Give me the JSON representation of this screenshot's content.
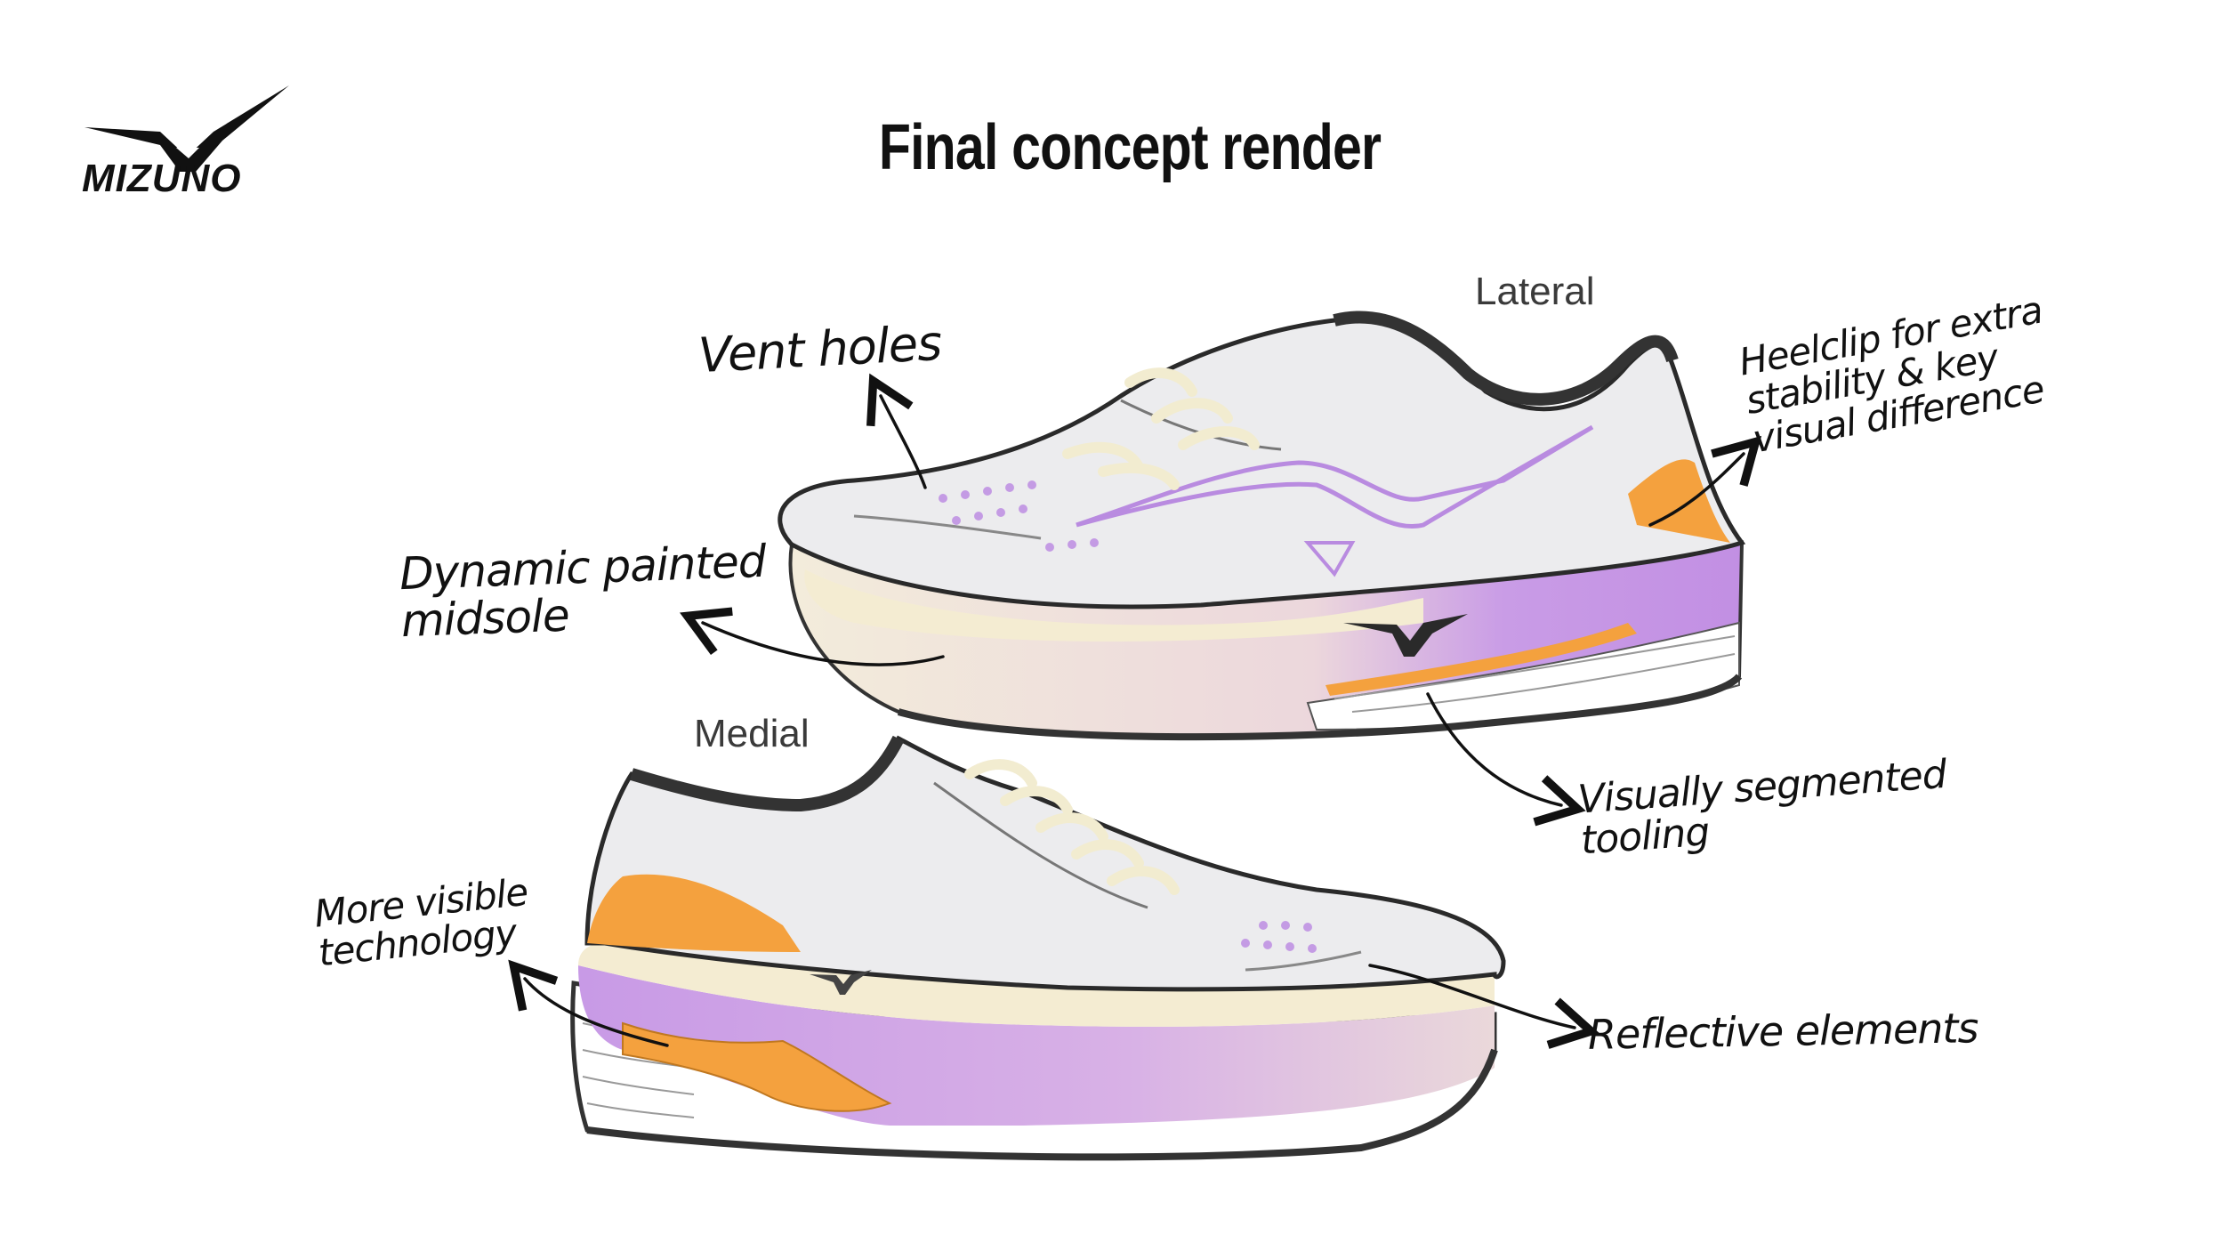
{
  "brand": {
    "name": "MIZUNO",
    "logo_icon": "mizuno-runbird-icon"
  },
  "page": {
    "title": "Final concept render"
  },
  "views": {
    "lateral": "Lateral",
    "medial": "Medial"
  },
  "annotations": {
    "vent_holes": "Vent holes",
    "dynamic_midsole": "Dynamic painted\nmidsole",
    "heel_clip": "Heelclip for extra\nstability & key\nvisual difference",
    "segmented_tooling": "Visually segmented\ntooling",
    "visible_technology": "More visible\ntechnology",
    "reflective_elements": "Reflective elements"
  },
  "colors": {
    "upper": "#ececee",
    "lavender": "#c89ae6",
    "orange": "#f4a13e",
    "cream": "#f4ecd2",
    "blush": "#ead9da",
    "outline": "#2a2a2a"
  }
}
